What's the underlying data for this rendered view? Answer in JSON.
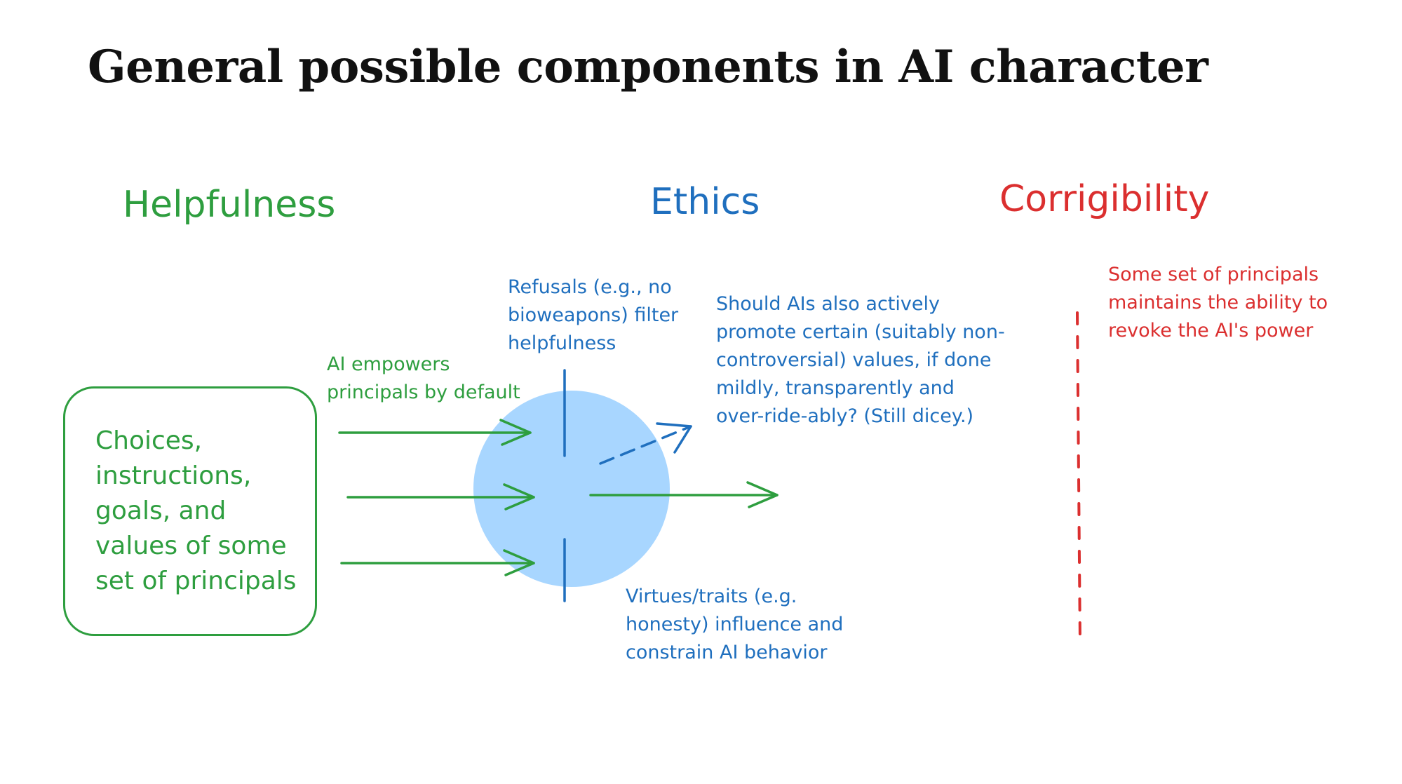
{
  "title": "General possible components in AI character",
  "columns": {
    "helpfulness": "Helpfulness",
    "ethics": "Ethics",
    "corrigibility": "Corrigibility"
  },
  "principals_box": {
    "lines": [
      "Choices,",
      "instructions,",
      "goals, and",
      "values of some",
      "set of principals"
    ]
  },
  "annotations": {
    "empower": [
      "AI empowers",
      "principals by default"
    ],
    "refusals": [
      "Refusals (e.g., no",
      "bioweapons) filter",
      "helpfulness"
    ],
    "promote": [
      "Should AIs also actively",
      "promote certain (suitably non-",
      "controversial) values, if done",
      "mildly, transparently and",
      "over-ride-ably? (Still dicey.)"
    ],
    "virtues": [
      "Virtues/traits (e.g.",
      "honesty) influence and",
      "constrain AI behavior"
    ],
    "revoke": [
      "Some set of principals",
      "maintains the ability to",
      "revoke the AI's power"
    ]
  },
  "colors": {
    "helpfulness": "#2e9e3f",
    "ethics": "#1f6fbe",
    "corrigibility": "#db2f2f",
    "ai_circle": "#a8d6ff",
    "title": "#111111"
  }
}
